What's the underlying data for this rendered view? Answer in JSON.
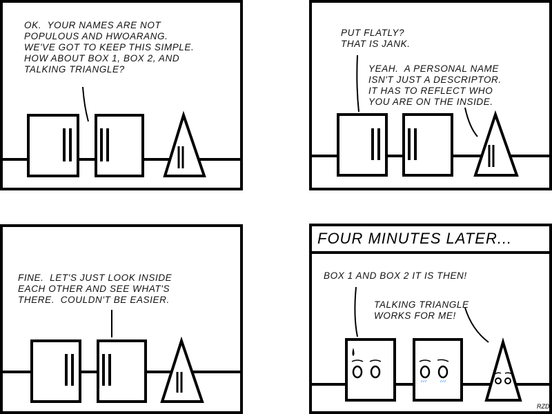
{
  "panels": [
    {
      "lines": "Ok.  Your names are not\npopulous and Hwoarang.\nWe've got to keep this simple.\nHow about Box 1, Box 2, and\nTalking Triangle?"
    },
    {
      "line1": "Put flatly?\nThat is jank.",
      "line2": "Yeah.  A personal name\nisn't just a descriptor.\nIt has to reflect who\nyou are on the inside."
    },
    {
      "lines": "Fine.  Let's just look inside\neach other and see what's\nthere.  Couldn't be easier."
    },
    {
      "caption": "Four minutes later...",
      "line1": "Box 1 and Box 2 it is then!",
      "line2": "Talking Triangle\nworks for me!",
      "signature": "RZD"
    }
  ]
}
